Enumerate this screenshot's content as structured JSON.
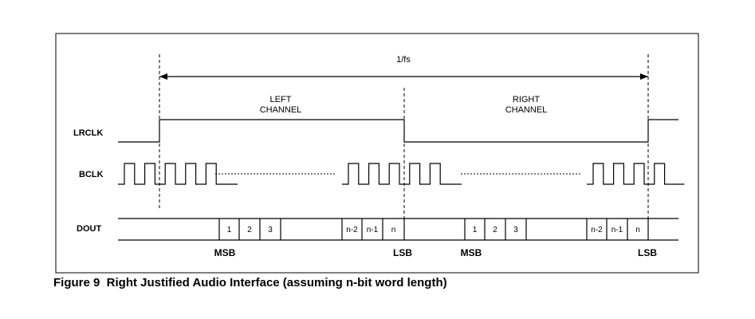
{
  "period_label": "1/fs",
  "left_channel": [
    "LEFT",
    "CHANNEL"
  ],
  "right_channel": [
    "RIGHT",
    "CHANNEL"
  ],
  "signals": {
    "lrclk": "LRCLK",
    "bclk": "BCLK",
    "dout": "DOUT"
  },
  "bits_msb": [
    "1",
    "2",
    "3"
  ],
  "bits_lsb": [
    "n-2",
    "n-1",
    "n"
  ],
  "markers": {
    "msb": "MSB",
    "lsb": "LSB"
  },
  "caption": "Figure 9  Right Justified Audio Interface (assuming n-bit word length)"
}
